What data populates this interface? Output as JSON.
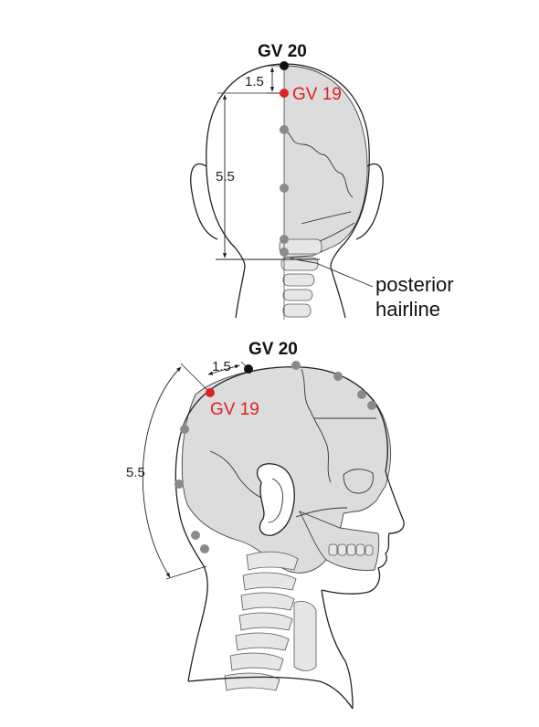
{
  "colors": {
    "highlight_point": "#e0201e",
    "reference_point": "#111111",
    "other_point": "#8a8a8a",
    "bone_fill": "#dcdcdc",
    "outline": "#222222"
  },
  "back_view": {
    "gv20_label": "GV 20",
    "gv19_label": "GV 19",
    "dim_upper": "1.5",
    "dim_lower": "5.5",
    "note_line1": "posterior",
    "note_line2": "hairline"
  },
  "side_view": {
    "gv20_label": "GV 20",
    "gv19_label": "GV 19",
    "dim_upper": "1.5",
    "dim_lower": "5.5"
  }
}
